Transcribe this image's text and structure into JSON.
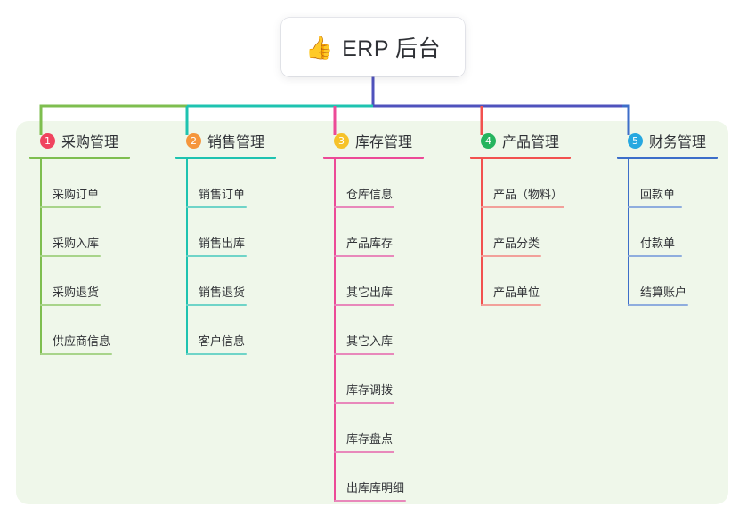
{
  "root": {
    "icon": "thumbs-up-emoji",
    "icon_glyph": "👍",
    "title": "ERP 后台"
  },
  "canvas": {
    "panel_bg": "#eff7ea",
    "page_bg": "#ffffff",
    "root_stem_color": "#4f52bd"
  },
  "bus": {
    "segments": [
      {
        "name": "bus-green",
        "color": "#7ebe4f"
      },
      {
        "name": "bus-teal",
        "color": "#1ec3b0"
      },
      {
        "name": "bus-purple",
        "color": "#4f52bd"
      }
    ]
  },
  "columns": [
    {
      "index": "1",
      "title": "采购管理",
      "badge_color": "#f0445f",
      "line_color": "#7ebe4f",
      "leaf_line_color": "#a8d48a",
      "items": [
        {
          "label": "采购订单",
          "rule_w": 68
        },
        {
          "label": "采购入库",
          "rule_w": 68
        },
        {
          "label": "采购退货",
          "rule_w": 68
        },
        {
          "label": "供应商信息",
          "rule_w": 81
        }
      ]
    },
    {
      "index": "2",
      "title": "销售管理",
      "badge_color": "#f5963c",
      "line_color": "#1ec3b0",
      "leaf_line_color": "#6fd4c8",
      "items": [
        {
          "label": "销售订单",
          "rule_w": 68
        },
        {
          "label": "销售出库",
          "rule_w": 68
        },
        {
          "label": "销售退货",
          "rule_w": 68
        },
        {
          "label": "客户信息",
          "rule_w": 68
        }
      ]
    },
    {
      "index": "3",
      "title": "库存管理",
      "badge_color": "#f6c229",
      "line_color": "#ec4a97",
      "leaf_line_color": "#e888bb",
      "items": [
        {
          "label": "仓库信息",
          "rule_w": 68
        },
        {
          "label": "产品库存",
          "rule_w": 68
        },
        {
          "label": "其它出库",
          "rule_w": 68
        },
        {
          "label": "其它入库",
          "rule_w": 68
        },
        {
          "label": "库存调拨",
          "rule_w": 68
        },
        {
          "label": "库存盘点",
          "rule_w": 68
        },
        {
          "label": "出库库明细",
          "rule_w": 81
        }
      ]
    },
    {
      "index": "4",
      "title": "产品管理",
      "badge_color": "#25b45e",
      "line_color": "#f2514f",
      "leaf_line_color": "#f2a09a",
      "items": [
        {
          "label": "产品（物料）",
          "rule_w": 94
        },
        {
          "label": "产品分类",
          "rule_w": 68
        },
        {
          "label": "产品单位",
          "rule_w": 68
        }
      ]
    },
    {
      "index": "5",
      "title": "财务管理",
      "badge_color": "#27a8e0",
      "line_color": "#3d6ec9",
      "leaf_line_color": "#8fadde",
      "items": [
        {
          "label": "回款单",
          "rule_w": 61
        },
        {
          "label": "付款单",
          "rule_w": 61
        },
        {
          "label": "结算账户",
          "rule_w": 68
        }
      ]
    }
  ]
}
